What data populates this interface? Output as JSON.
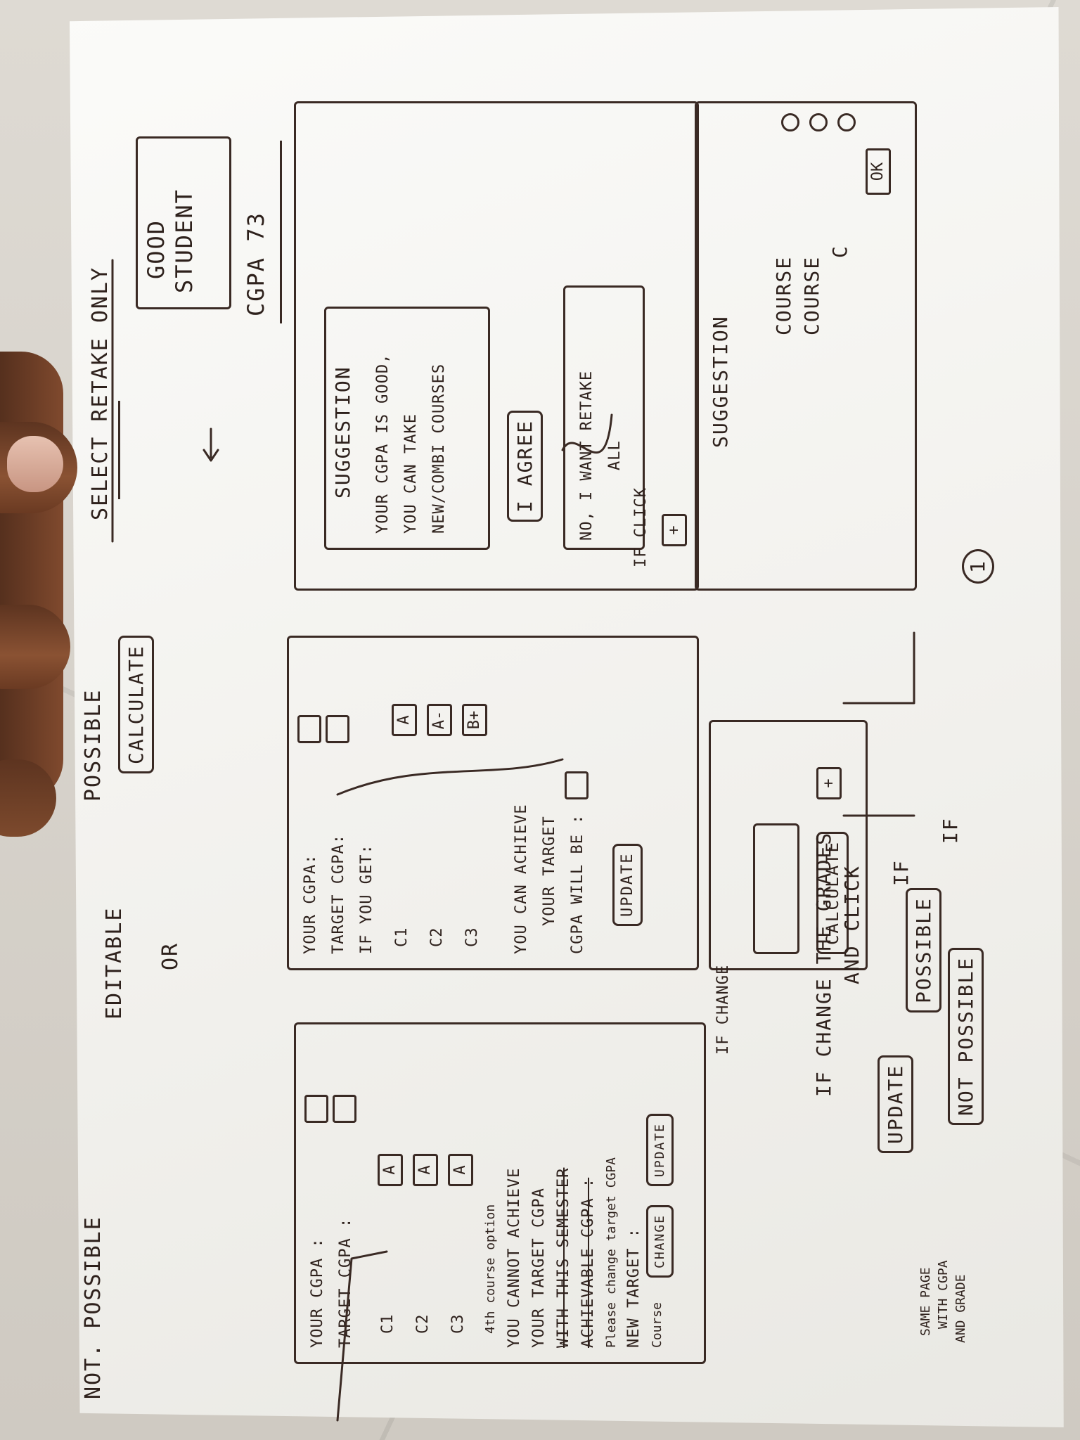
{
  "title": "SELECT RETAKE ONLY",
  "student": {
    "line1": "GOOD",
    "line2": "STUDENT",
    "line3": "CGPA 73"
  },
  "suggestion_panel": {
    "heading": "SUGGESTION",
    "text1": "YOUR CGPA IS GOOD,",
    "text2": "YOU CAN TAKE",
    "text3": "NEW/COMBI COURSES",
    "agree": "I AGREE",
    "retake_line1": "NO, I WANT RETAKE",
    "retake_line2": "ALL",
    "if_click": "IF CLICK",
    "plus": "+"
  },
  "course_suggestion": {
    "heading": "SUGGESTION",
    "course1": "COURSE",
    "course2": "COURSE",
    "c": "C",
    "ok": "OK"
  },
  "possible": {
    "label": "POSSIBLE",
    "calculate": "CALCULATE",
    "your_cgpa": "YOUR CGPA:",
    "target_cgpa": "TARGET CGPA:",
    "if_you_get": "IF YOU GET:",
    "c1": "C1",
    "c2": "C2",
    "c3": "C3",
    "g1": "A",
    "g2": "A-",
    "g3": "B+",
    "achieve1": "YOU CAN ACHIEVE",
    "achieve2": "YOUR TARGET",
    "achieve3": "CGPA WILL BE :",
    "update": "UPDATE"
  },
  "calc_panel": {
    "calculate": "CALCULATE",
    "plus": "+"
  },
  "editable": "EDITABLE",
  "or": "OR",
  "if_change": "IF CHANGE",
  "not_possible": {
    "label": "NOT. POSSIBLE",
    "your_cgpa": "YOUR CGPA :",
    "target_cgpa": "TARGET CGPA :",
    "c1": "C1",
    "c2": "C2",
    "c3": "C3",
    "g1": "A",
    "g2": "A",
    "g3": "A",
    "option_note": "4th course option",
    "cannot1": "YOU CANNOT ACHIEVE",
    "cannot2": "YOUR TARGET CGPA",
    "strike1": "WITH THIS SEMESTER",
    "strike2": "ACHIEVABLE CGPA :",
    "please": "Please change target CGPA",
    "new_target": "NEW TARGET :",
    "course": "Course",
    "change": "CHANGE",
    "update": "UPDATE"
  },
  "bottom": {
    "if_change_grades": "IF CHANGE THE GRADES",
    "and_click": "AND CLICK",
    "update": "UPDATE",
    "if": "IF",
    "possible": "POSSIBLE",
    "if_not": "IF",
    "not_possible": "NOT POSSIBLE",
    "same_page1": "SAME PAGE",
    "same_page2": "WITH CGPA",
    "same_page3": "AND GRADE"
  },
  "step": "1"
}
